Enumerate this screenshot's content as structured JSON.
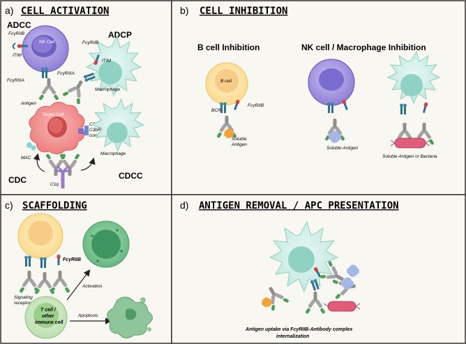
{
  "panels": {
    "a": {
      "letter": "a)",
      "title": "CELL ACTIVATION",
      "adcc": "ADCC",
      "adcp": "ADCP",
      "cdc": "CDC",
      "cdcc": "CDCC",
      "nk_cell": "NK Cell",
      "fcr_iib_1": "FcγRIIB",
      "itim": "ITIM",
      "fcr_iiia_1": "FcγRIIIA",
      "fcr_iiia_2": "FcγRIIIA",
      "fcr_iib_2": "FcγRIIB",
      "itim_2": "ITIM",
      "macrophage_1": "Macrophage",
      "antigen": "Antigen",
      "target_cell": "Target Cell",
      "c3b_line1": "C3b/",
      "c3b_line2": "C3bR",
      "c3b_line3": "complex",
      "mac": "MAC",
      "macrophage_2": "Macrophage",
      "c1q": "C1q"
    },
    "b": {
      "letter": "b)",
      "title": "CELL INHIBITION",
      "b_inhibition": "B cell Inhibition",
      "nk_inhibition": "NK cell / Macrophage Inhibition",
      "b_cell": "B cell",
      "bcr": "BCR",
      "fcr_iib": "FcγRIIB",
      "soluble_antigen_1a": "Soluble",
      "soluble_antigen_1b": "Antigen",
      "soluble_antigen_2": "Soluble Antigen",
      "soluble_antigen_bacteria": "Soluble Antigen or Bacteria"
    },
    "c": {
      "letter": "c)",
      "title": "SCAFFOLDING",
      "fcr_iib": "FcγRIIB",
      "signaling_1": "Signaling",
      "signaling_2": "receptors",
      "activation": "Activation",
      "apoptosis": "Apoptosis",
      "tcell_1": "T cell /",
      "tcell_2": "other",
      "tcell_3": "immune cell"
    },
    "d": {
      "letter": "d)",
      "title": "ANTIGEN REMOVAL / APC PRESENTATION",
      "caption_1": "Antigen uptake via FcγRIIB-Antibody complex",
      "caption_2": "internalization"
    }
  },
  "colors": {
    "panel_bg": "#f8f7f2",
    "border": "#333333",
    "nk_cell": "#a99de0",
    "macrophage": "#cfeee8",
    "target_cell": "#f28f8f",
    "b_cell": "#fde7a6",
    "tcell": "#cfe8c8",
    "activated_cell": "#6fc08a",
    "antibody": "#9a9a9a",
    "receptor": "#2f6f8a",
    "c1q": "#9b7bbf",
    "bacteria": "#e05d7a"
  }
}
